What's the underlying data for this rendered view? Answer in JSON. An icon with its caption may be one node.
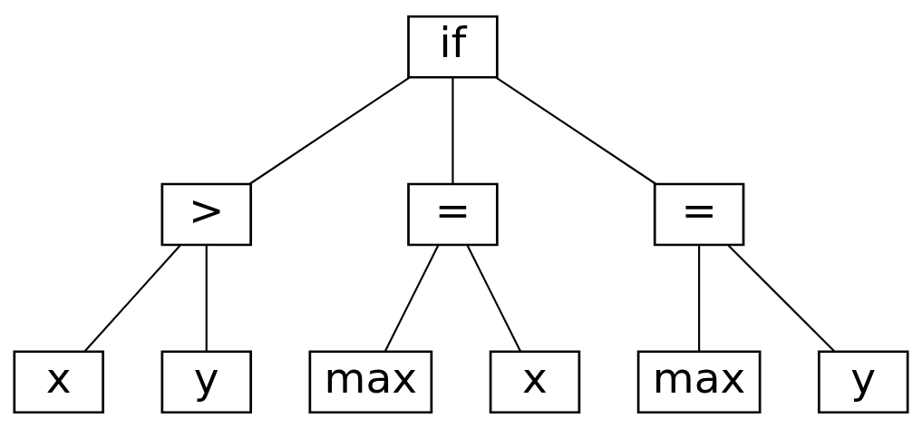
{
  "diagram": {
    "nodes": [
      {
        "text": [
          "if"
        ]
      },
      {
        "text": [
          ">"
        ]
      },
      {
        "text": [
          "="
        ]
      },
      {
        "text": [
          "="
        ]
      },
      {
        "text": [
          "x"
        ]
      },
      {
        "text": [
          "y"
        ]
      },
      {
        "text": [
          "max"
        ]
      },
      {
        "text": [
          "x"
        ]
      },
      {
        "text": [
          "max"
        ]
      },
      {
        "text": [
          "y"
        ]
      }
    ],
    "edges": [
      {
        "from": 0,
        "to": 1,
        "arrow": "none"
      },
      {
        "from": 0,
        "to": 2,
        "arrow": "none"
      },
      {
        "from": 0,
        "to": 3,
        "arrow": "none"
      },
      {
        "from": 1,
        "to": 4,
        "arrow": "none"
      },
      {
        "from": 1,
        "to": 5,
        "arrow": "none"
      },
      {
        "from": 2,
        "to": 6,
        "arrow": "none"
      },
      {
        "from": 2,
        "to": 7,
        "arrow": "none"
      },
      {
        "from": 3,
        "to": 8,
        "arrow": "none"
      },
      {
        "from": 3,
        "to": 9,
        "arrow": "none"
      }
    ]
  }
}
